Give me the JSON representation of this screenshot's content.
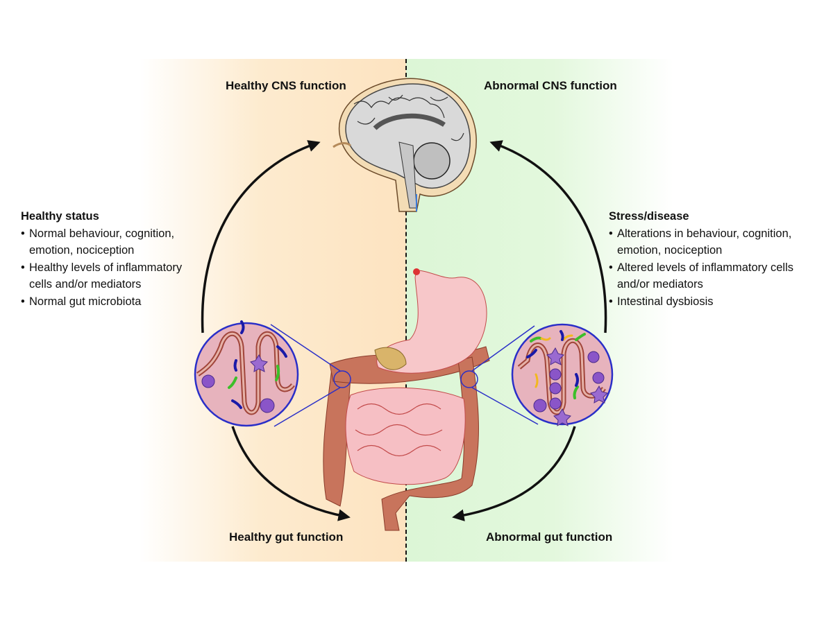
{
  "headings": {
    "healthy_cns": "Healthy CNS function",
    "abnormal_cns": "Abnormal CNS function",
    "healthy_gut": "Healthy gut function",
    "abnormal_gut": "Abnormal gut function"
  },
  "healthy_status": {
    "title": "Healthy status",
    "items": [
      "Normal behaviour, cognition, emotion, nociception",
      "Healthy levels of inflammatory cells and/or mediators",
      "Normal gut microbiota"
    ]
  },
  "stress_disease": {
    "title": "Stress/disease",
    "items": [
      "Alterations in behaviour, cognition, emotion, nociception",
      "Altered levels of inflammatory cells and/or mediators",
      "Intestinal dysbiosis"
    ]
  },
  "colors": {
    "healthy_bg": "#fde3c0",
    "disease_bg": "#dcf6d6",
    "zoom_ring": "#2a2fc8",
    "microbe_blue": "#1a1aa8",
    "microbe_green": "#3cbf2a",
    "microbe_yellow": "#f2b81e",
    "immune_cell": "#8a55c8"
  }
}
